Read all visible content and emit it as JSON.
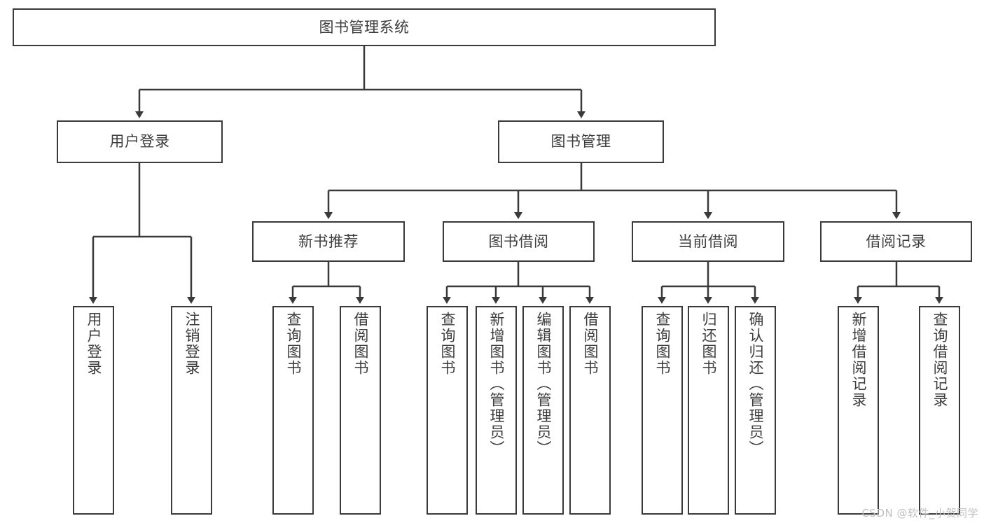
{
  "diagram": {
    "type": "tree",
    "title": "图书管理系统",
    "style": {
      "box_fill": "#ffffff",
      "box_stroke": "#3a3a3a",
      "text_color": "#3d3d3d",
      "connector_color": "#3a3a3a",
      "background": "#ffffff"
    },
    "watermark": "CSDN @软件_小贺同学",
    "nodes": {
      "root": {
        "label": "图书管理系统"
      },
      "level1": [
        {
          "id": "user-login",
          "label": "用户登录"
        },
        {
          "id": "book-management",
          "label": "图书管理"
        }
      ],
      "level2": [
        {
          "id": "new-book-recommend",
          "label": "新书推荐",
          "parent": "book-management"
        },
        {
          "id": "book-borrow",
          "label": "图书借阅",
          "parent": "book-management"
        },
        {
          "id": "current-borrow",
          "label": "当前借阅",
          "parent": "book-management"
        },
        {
          "id": "borrow-record",
          "label": "借阅记录",
          "parent": "book-management"
        }
      ],
      "leaves": {
        "user_login": [
          {
            "id": "leaf-user-login",
            "label": "用户登录"
          },
          {
            "id": "leaf-logout-login",
            "label": "注销登录"
          }
        ],
        "new_book_recommend": [
          {
            "id": "leaf-query-book-1",
            "label": "查询图书"
          },
          {
            "id": "leaf-borrow-book-1",
            "label": "借阅图书"
          }
        ],
        "book_borrow": [
          {
            "id": "leaf-query-book-2",
            "label": "查询图书"
          },
          {
            "id": "leaf-add-book",
            "label": "新增图书（管理员）"
          },
          {
            "id": "leaf-edit-book",
            "label": "编辑图书（管理员）"
          },
          {
            "id": "leaf-borrow-book-2",
            "label": "借阅图书"
          }
        ],
        "current_borrow": [
          {
            "id": "leaf-query-book-3",
            "label": "查询图书"
          },
          {
            "id": "leaf-return-book",
            "label": "归还图书"
          },
          {
            "id": "leaf-confirm-return",
            "label": "确认归还（管理员）"
          }
        ],
        "borrow_record": [
          {
            "id": "leaf-add-record",
            "label": "新增借阅记录"
          },
          {
            "id": "leaf-query-record",
            "label": "查询借阅记录"
          }
        ]
      }
    }
  }
}
